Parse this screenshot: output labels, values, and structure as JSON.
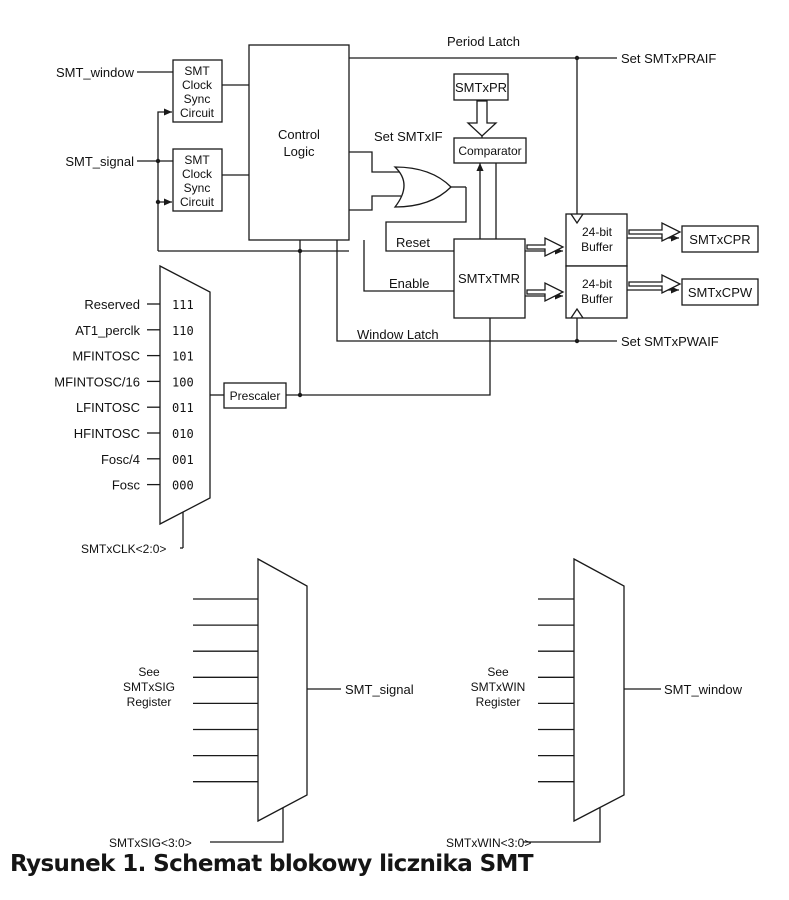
{
  "inputs": {
    "smt_window": "SMT_window",
    "smt_signal": "SMT_signal"
  },
  "blocks": {
    "sync1": [
      "SMT",
      "Clock",
      "Sync",
      "Circuit"
    ],
    "sync2": [
      "SMT",
      "Clock",
      "Sync",
      "Circuit"
    ],
    "control_logic": [
      "Control",
      "Logic"
    ],
    "smtxpr": "SMTxPR",
    "comparator": "Comparator",
    "smtxtmr": "SMTxTMR",
    "buffer1": [
      "24-bit",
      "Buffer"
    ],
    "buffer2": [
      "24-bit",
      "Buffer"
    ],
    "smtxcpr": "SMTxCPR",
    "smtxcpw": "SMTxCPW",
    "prescaler": "Prescaler"
  },
  "signals": {
    "period_latch": "Period Latch",
    "set_praif": "Set SMTxPRAIF",
    "set_smtxif": "Set SMTxIF",
    "reset": "Reset",
    "enable": "Enable",
    "window_latch": "Window Latch",
    "set_pwaif": "Set SMTxPWAIF"
  },
  "clock_mux": {
    "select": "SMTxCLK<2:0>",
    "inputs": [
      {
        "name": "Reserved",
        "code": "111"
      },
      {
        "name": "AT1_perclk",
        "code": "110"
      },
      {
        "name": "MFINTOSC",
        "code": "101"
      },
      {
        "name": "MFINTOSC/16",
        "code": "100"
      },
      {
        "name": "LFINTOSC",
        "code": "011"
      },
      {
        "name": "HFINTOSC",
        "code": "010"
      },
      {
        "name": "Fosc/4",
        "code": "001"
      },
      {
        "name": "Fosc",
        "code": "000"
      }
    ]
  },
  "sig_mux": {
    "note": [
      "See",
      "SMTxSIG",
      "Register"
    ],
    "output": "SMT_signal",
    "select": "SMTxSIG<3:0>"
  },
  "win_mux": {
    "note": [
      "See",
      "SMTxWIN",
      "Register"
    ],
    "output": "SMT_window",
    "select": "SMTxWIN<3:0>"
  },
  "caption": "Rysunek 1. Schemat blokowy licznika SMT"
}
